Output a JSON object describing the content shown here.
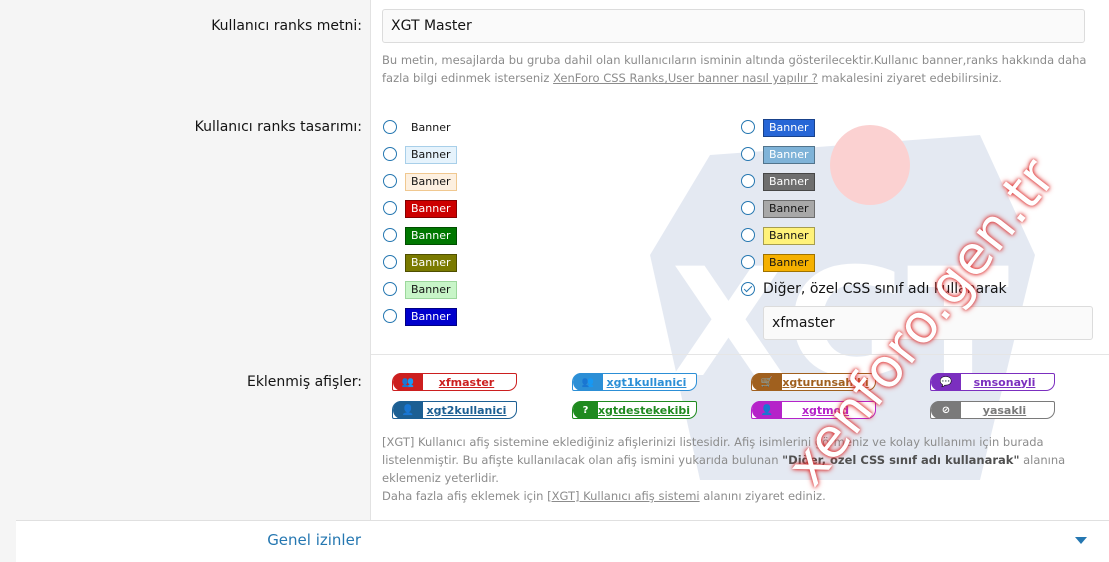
{
  "rank_text": {
    "label": "Kullanıcı ranks metni:",
    "value": "XGT Master",
    "hint_prefix": "Bu metin, mesajlarda bu gruba dahil olan kullanıcıların isminin altında gösterilecektir.Kullanıc banner,ranks hakkında daha fazla bilgi edinmek isterseniz ",
    "hint_link": "XenForo CSS Ranks,User banner nasıl yapılır ?",
    "hint_suffix": " makalesini ziyaret edebilirsiniz."
  },
  "rank_style": {
    "label": "Kullanıcı ranks tasarımı:",
    "left_options": [
      "Banner",
      "Banner",
      "Banner",
      "Banner",
      "Banner",
      "Banner",
      "Banner",
      "Banner"
    ],
    "right_options": [
      "Banner",
      "Banner",
      "Banner",
      "Banner",
      "Banner",
      "Banner"
    ],
    "custom_label": "Diğer, özel CSS sınıf adı kullanarak",
    "custom_value": "xfmaster",
    "left_colors": [
      "#ffffff",
      "#e6f3fc",
      "#fdf0e0",
      "#cc0000",
      "#007700",
      "#7a7a00",
      "#c8f5c8",
      "#0000cc"
    ],
    "right_colors": [
      "#2766d6",
      "#7fb3d8",
      "#6e6e6e",
      "#a8a8a8",
      "#fff27a",
      "#f5b000"
    ]
  },
  "banners": {
    "label": "Eklenmiş afişler:",
    "items": [
      {
        "name": "xfmaster",
        "color": "#cc1f1f",
        "icon": "users-icon"
      },
      {
        "name": "xgt1kullanici",
        "color": "#2c8fd6",
        "icon": "users-icon"
      },
      {
        "name": "xgturunsahibi",
        "color": "#a0601e",
        "icon": "cart-icon"
      },
      {
        "name": "smsonayli",
        "color": "#7b2fbf",
        "icon": "chat-icon"
      },
      {
        "name": "xgt2kullanici",
        "color": "#1c5f93",
        "icon": "user-icon"
      },
      {
        "name": "xgtdestekekibi",
        "color": "#1f8a1f",
        "icon": "question-icon"
      },
      {
        "name": "xgtmod",
        "color": "#b523c9",
        "icon": "user-icon"
      },
      {
        "name": "yasakli",
        "color": "#7a7a7a",
        "icon": "ban-icon"
      }
    ],
    "hint_line1": "[XGT] Kullanıcı afiş sistemine eklediğiniz afişlerinizi listesidir. Afiş isimlerini görmeniz ve kolay kullanımı için burada listelenmiştir. Bu afişte kullanılacak olan afiş ismini yukarıda bulunan ",
    "hint_bold": "\"Diğer, özel CSS sınıf adı kullanarak\"",
    "hint_line1_end": " alanına eklemeniz yeterlidir.",
    "hint_line2_prefix": "Daha fazla afiş eklemek için ",
    "hint_line2_link": "[XGT] Kullanıcı afiş sistemi",
    "hint_line2_suffix": " alanını ziyaret ediniz."
  },
  "section": {
    "title": "Genel izinler"
  },
  "watermark": "xenforo.gen.tr",
  "logo_text": "XGT"
}
